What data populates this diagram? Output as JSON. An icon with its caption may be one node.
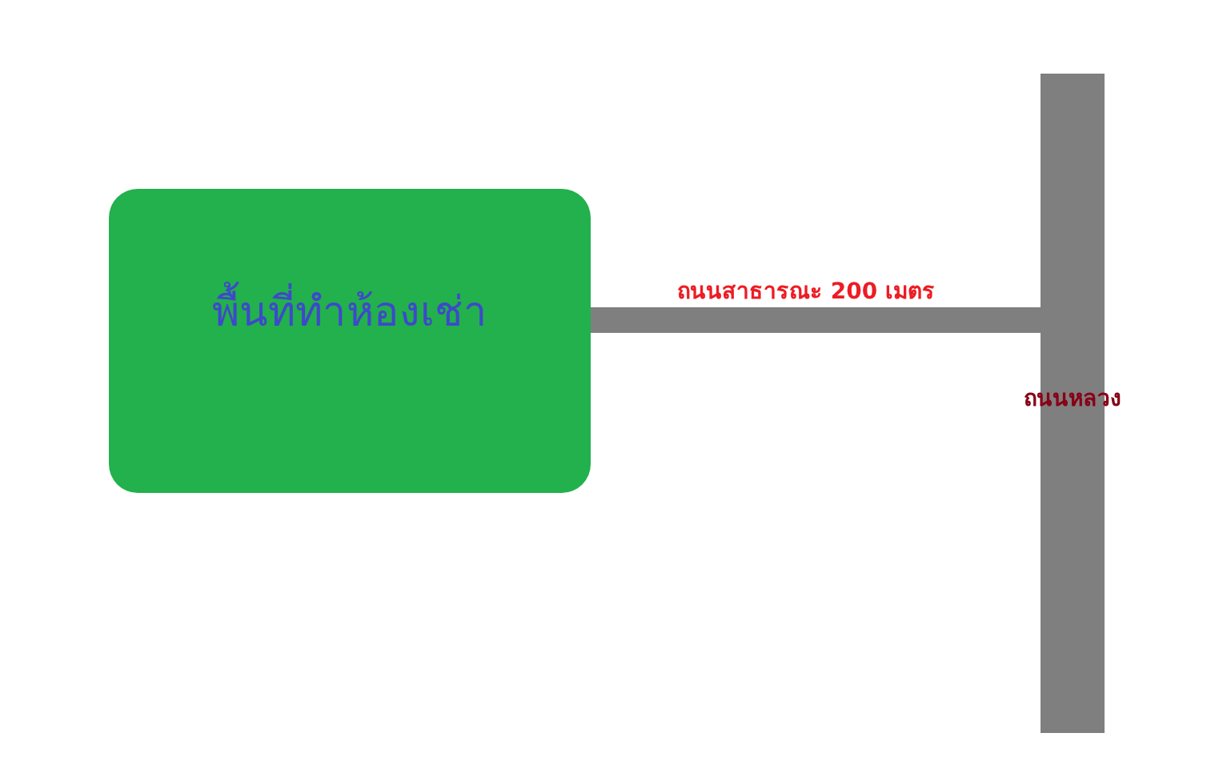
{
  "diagram": {
    "nodes": [
      {
        "text": [
          "พื้นที่ทำห้องเช่า"
        ]
      },
      {
        "text": [
          "ถนนหลวง"
        ]
      }
    ],
    "edges": [
      {
        "from": 0,
        "to": 1,
        "arrow": "none",
        "label": "ถนนสาธารณะ 200 เมตร"
      }
    ]
  }
}
